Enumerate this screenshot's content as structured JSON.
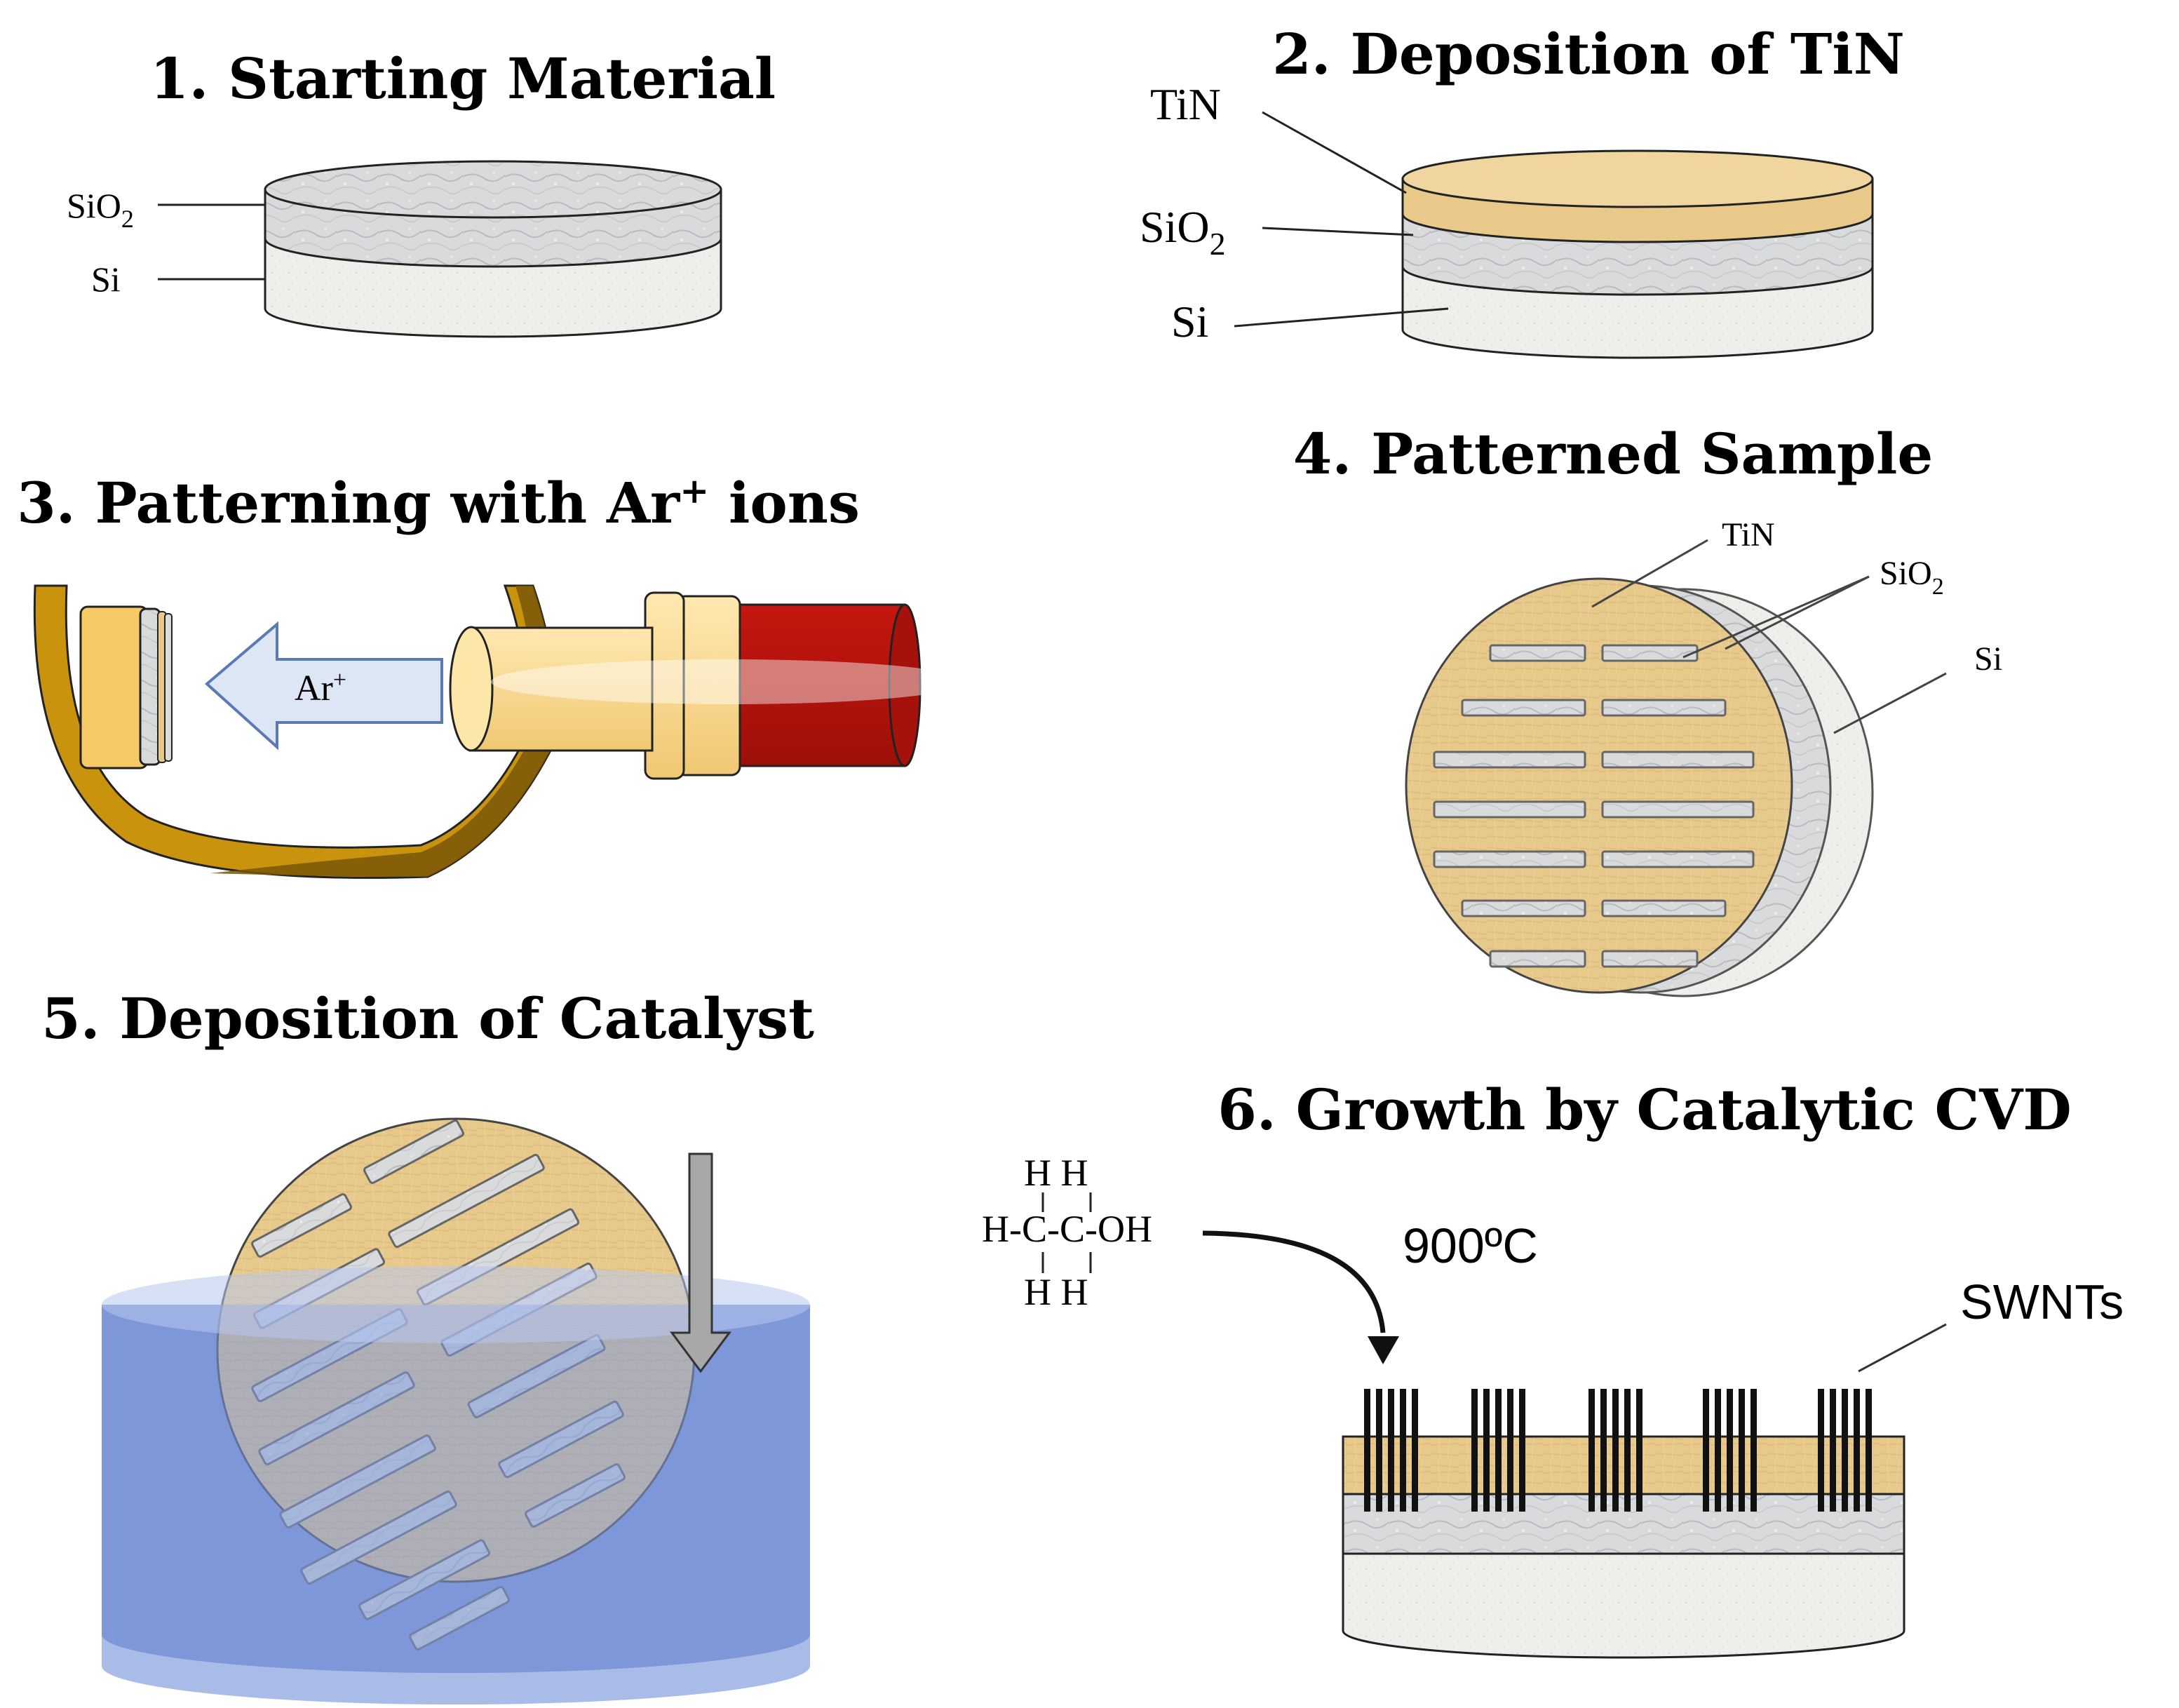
{
  "colors": {
    "tin": "#E9C98A",
    "sio2": "#D9DBDD",
    "si": "#EEEEEC",
    "bath": "#7E97D8",
    "beam": "#FBE0A0",
    "gun_red": "#B5130E",
    "chamber_gold": "#C9930E",
    "arrow_fill": "#DCE6F5"
  },
  "panel1": {
    "title": "1. Starting Material",
    "labels": {
      "sio2": "SiO",
      "sio2_sub": "2",
      "si": "Si"
    }
  },
  "panel2": {
    "title": "2. Deposition of TiN",
    "labels": {
      "tin": "TiN",
      "sio2": "SiO",
      "sio2_sub": "2",
      "si": "Si"
    }
  },
  "panel3": {
    "title_prefix": "3. Patterning with Ar",
    "title_sup": "+",
    "title_suffix": " ions",
    "arrow_label": "Ar",
    "arrow_label_sup": "+"
  },
  "panel4": {
    "title": "4. Patterned Sample",
    "labels": {
      "tin": "TiN",
      "sio2": "SiO",
      "sio2_sub": "2",
      "si": "Si"
    }
  },
  "panel5": {
    "title": "5. Deposition of Catalyst"
  },
  "panel6": {
    "title": "6. Growth by Catalytic CVD",
    "molecule": {
      "top": "H H",
      "middle": "H-C-C-OH",
      "bottom": "H H"
    },
    "temperature": "900ºC",
    "label": "SWNTs"
  }
}
